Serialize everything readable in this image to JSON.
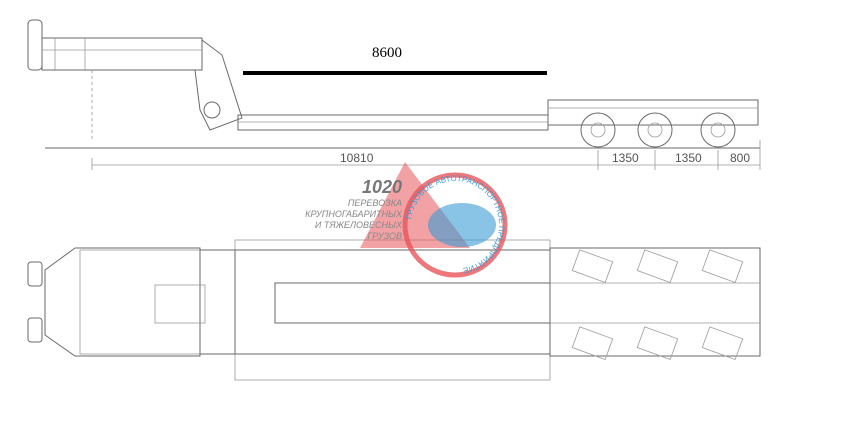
{
  "drawing": {
    "highlight_dimension": "8600",
    "dimensions": {
      "overall": "10810",
      "axle_spacing_1": "1350",
      "axle_spacing_2": "1350",
      "rear_overhang": "800"
    }
  },
  "watermark": {
    "number": "1020",
    "line1": "ПЕРЕВОЗКА",
    "line2": "КРУПНОГАБАРИТНЫХ",
    "line3": "И ТЯЖЕЛОВЕСНЫХ",
    "line4": "ГРУЗОВ",
    "ring_text": "ГРУЗОВОЕ АВТОТРАНСПОРТНОЕ ПРЕДПРИЯТИЕ",
    "colors": {
      "red": "#e8555a",
      "blue": "#3a9bd5"
    }
  }
}
